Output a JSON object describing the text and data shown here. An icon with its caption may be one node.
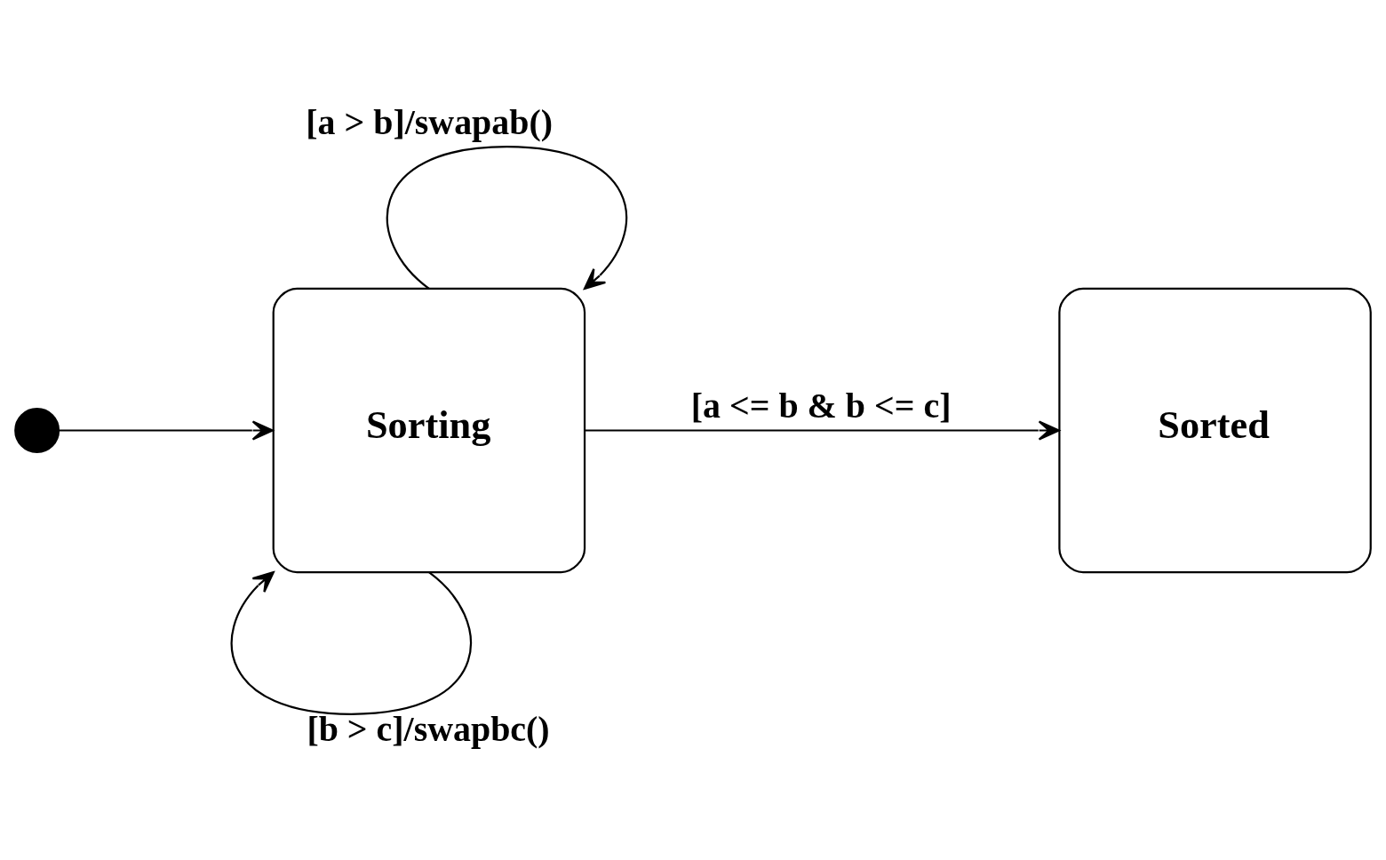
{
  "diagram": {
    "nodes": [
      {
        "text": [],
        "shape": "circle"
      },
      {
        "text": [
          "Sorting"
        ]
      },
      {
        "text": [
          "Sorted"
        ]
      }
    ],
    "edges": [
      {
        "from": 0,
        "to": 1,
        "arrow": "to"
      },
      {
        "from": 1,
        "to": 1,
        "arrow": "to",
        "label": "[a > b]/swapab()"
      },
      {
        "from": 1,
        "to": 1,
        "arrow": "to",
        "label": "[b > c]/swapbc()"
      },
      {
        "from": 1,
        "to": 2,
        "arrow": "to",
        "label": "[a <= b & b <= c]"
      }
    ]
  }
}
